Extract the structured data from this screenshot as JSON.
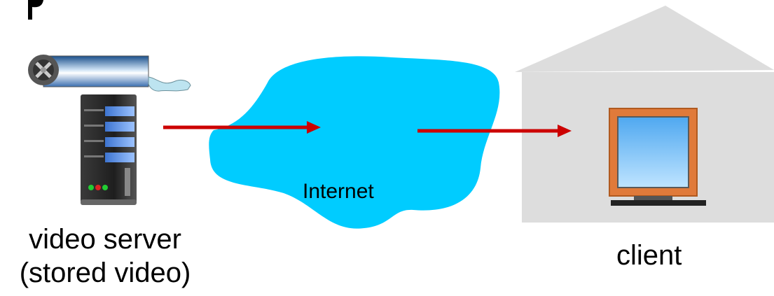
{
  "labels": {
    "server_line1": "video server",
    "server_line2": "(stored video)",
    "internet": "Internet",
    "client": "client"
  },
  "icons": {
    "film": "film-reel-icon",
    "server": "server-tower-icon",
    "cloud": "internet-cloud-icon",
    "house": "house-icon",
    "monitor": "monitor-icon",
    "arrow": "arrow-right-icon"
  },
  "colors": {
    "cloud": "#00ccff",
    "house": "#dddddd",
    "arrow": "#cc0000",
    "monitor_frame": "#e07a3a",
    "monitor_screen": "#7fc8ff",
    "server_body": "#2b2b2b",
    "server_drive": "#5b8fe0"
  }
}
